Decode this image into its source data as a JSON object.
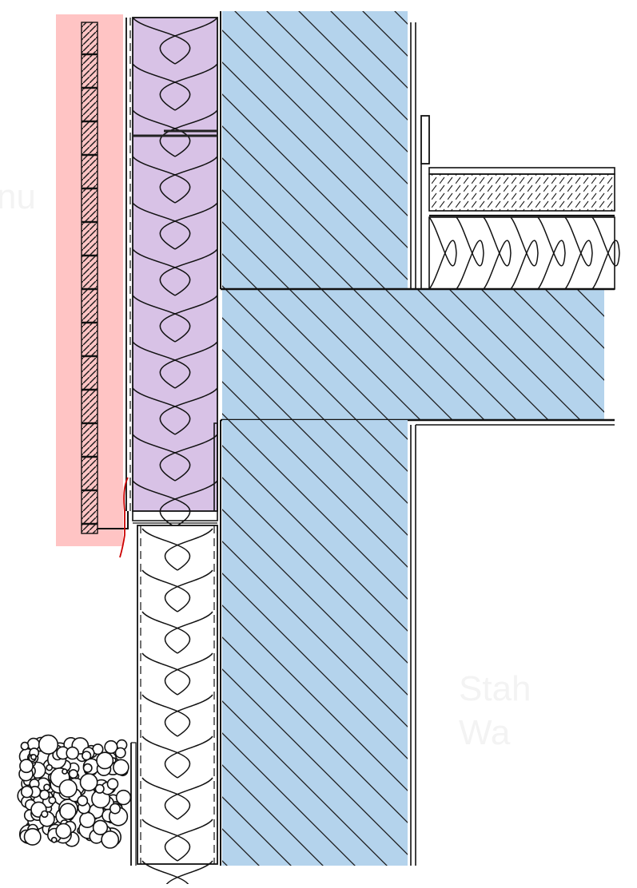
{
  "diagram": {
    "kind": "wall-to-slab construction section",
    "colors": {
      "outer_cladding": "#ffc4c4",
      "upper_insulation": "#d8c2e6",
      "concrete": "#b4d3ec",
      "line": "#111111",
      "flashing": "#cc0000",
      "background": "#ffffff",
      "faded_text": "#f3f3f3"
    },
    "faded_labels": {
      "left_top": "nu",
      "right_bottom_1": "Stah",
      "right_bottom_2": "Wa"
    },
    "components": [
      "outer-cladding",
      "ventilation-gap",
      "upper-insulation",
      "concrete-wall-upper",
      "floor-slab",
      "floor-screed",
      "floor-insulation",
      "concrete-wall-lower",
      "perimeter-insulation",
      "gravel-backfill",
      "flashing"
    ]
  }
}
